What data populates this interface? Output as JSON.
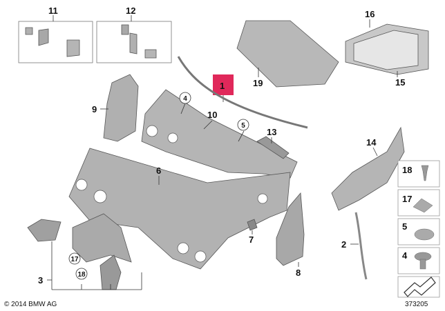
{
  "labels": {
    "p1": "1",
    "p2": "2",
    "p3": "3",
    "p4": "4",
    "p5": "5",
    "p6": "6",
    "p7": "7",
    "p8": "8",
    "p9": "9",
    "p10": "10",
    "p11": "11",
    "p12": "12",
    "p13": "13",
    "p14": "14",
    "p15": "15",
    "p16": "16",
    "p17": "17",
    "p18": "18",
    "p19": "19"
  },
  "legend": {
    "l18": "18",
    "l17": "17",
    "l5": "5",
    "l4": "4"
  },
  "footer": {
    "copyright": "© 2014 BMW AG",
    "diagram_id": "373205"
  },
  "colors": {
    "highlight": "#e0285a",
    "part_fill": "#b8b8b8",
    "part_dark": "#8a8a8a",
    "line": "#333333"
  }
}
